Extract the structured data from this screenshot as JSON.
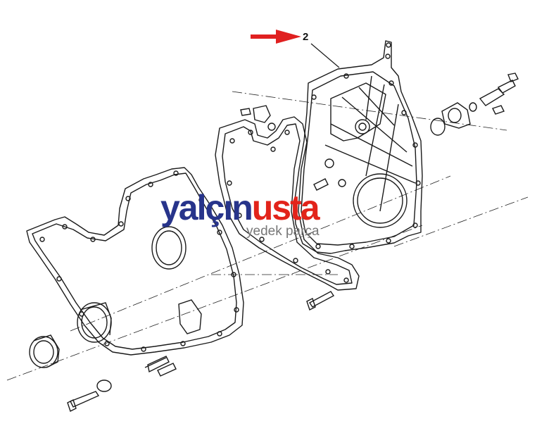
{
  "callout": {
    "number": "2"
  },
  "colors": {
    "arrow": "#e02020",
    "ink": "#1a1a1a",
    "brand_blue": "#27348b",
    "brand_red": "#e2231a",
    "brand_gray": "#777777"
  },
  "logo": {
    "part1": "yalçın",
    "part2": "usta",
    "tagline": "yedek parça"
  }
}
